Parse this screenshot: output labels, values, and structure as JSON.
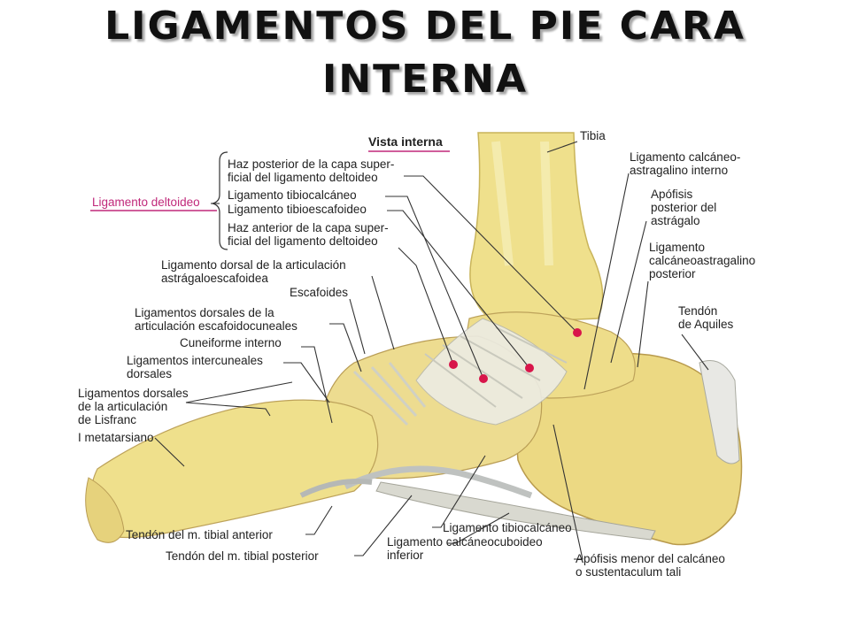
{
  "title": {
    "line1": "LIGAMENTOS DEL PIE CARA",
    "line2": "INTERNA"
  },
  "view_label": "Vista interna",
  "colors": {
    "accent": "#c0287a",
    "bone": "#efe08c",
    "marker": "#d8154a"
  },
  "labels": {
    "tibia": "Tibia",
    "calc_astr_int_1": "Ligamento calcáneo-",
    "calc_astr_int_2": "astragalino interno",
    "apof_post_1": "Apófisis",
    "apof_post_2": "posterior del",
    "apof_post_3": "astrágalo",
    "calc_astr_post_1": "Ligamento",
    "calc_astr_post_2": "calcáneoastragalino",
    "calc_astr_post_3": "posterior",
    "aquiles_1": "Tendón",
    "aquiles_2": "de Aquiles",
    "deltoideo": "Ligamento deltoideo",
    "haz_post_1": "Haz posterior de la capa super-",
    "haz_post_2": "ficial del ligamento deltoideo",
    "tibiocalc": "Ligamento tibiocalcáneo",
    "tibioesc": "Ligamento tibioescafoideo",
    "haz_ant_1": "Haz anterior de la capa super-",
    "haz_ant_2": "ficial del ligamento deltoideo",
    "dorsal_astr_1": "Ligamento dorsal de la articulación",
    "dorsal_astr_2": "astrágaloescafoidea",
    "escafoides": "Escafoides",
    "dorsales_esc_1": "Ligamentos dorsales de la",
    "dorsales_esc_2": "articulación escafoidocuneales",
    "cuneiforme": "Cuneiforme interno",
    "intercun_1": "Ligamentos intercuneales",
    "intercun_2": "dorsales",
    "lisfranc_1": "Ligamentos dorsales",
    "lisfranc_2": "de la articulación",
    "lisfranc_3": "de Lisfranc",
    "metatarsiano": "I metatarsiano",
    "tibial_ant": "Tendón del m. tibial anterior",
    "tibial_post": "Tendón del m. tibial posterior",
    "tibiocalc_inf": "Ligamento tibiocalcáneo",
    "calc_cub_1": "Ligamento calcáneocuboideo",
    "calc_cub_2": "inferior",
    "apof_menor_1": "Apófisis menor del calcáneo",
    "apof_menor_2": "o sustentaculum tali"
  }
}
